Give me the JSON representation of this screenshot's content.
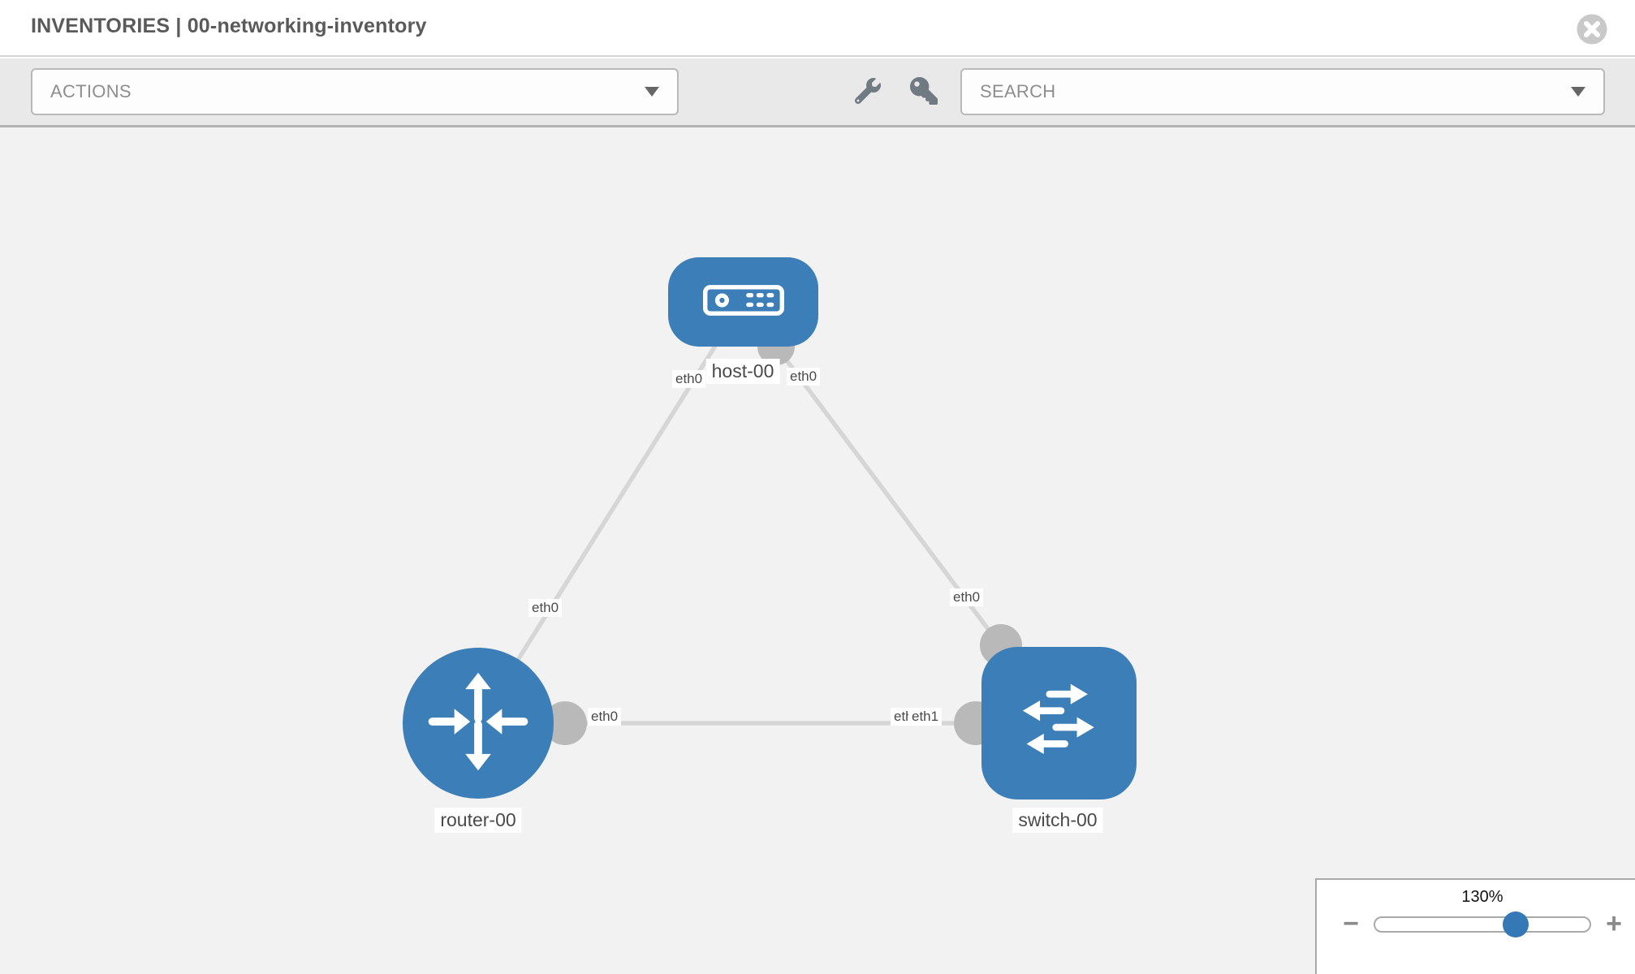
{
  "header": {
    "title": "INVENTORIES | 00-networking-inventory"
  },
  "toolbar": {
    "actions_label": "ACTIONS",
    "search_label": "SEARCH",
    "tool_icons": [
      "wrench",
      "key"
    ]
  },
  "topology": {
    "nodes": [
      {
        "id": "host-00",
        "type": "host",
        "label": "host-00"
      },
      {
        "id": "router-00",
        "type": "router",
        "label": "router-00"
      },
      {
        "id": "switch-00",
        "type": "switch",
        "label": "switch-00"
      }
    ],
    "links": [
      {
        "source": "host-00",
        "source_interface": "eth0",
        "target": "router-00",
        "target_interface": "eth0"
      },
      {
        "source": "host-00",
        "source_interface": "eth0",
        "target": "switch-00",
        "target_interface": "eth0"
      },
      {
        "source": "router-00",
        "source_interface": "eth0",
        "target": "switch-00",
        "target_interface": "eth1"
      }
    ],
    "interface_labels": [
      "eth0",
      "eth0",
      "eth0",
      "eth0",
      "eth0",
      "eth0",
      "eth1"
    ]
  },
  "zoom_control": {
    "level": "130%",
    "minus_label": "−",
    "plus_label": "+"
  },
  "colors": {
    "node_blue": "#3c7eb8",
    "link_gray": "#d6d6d6",
    "port_gray": "#b9b9b9",
    "slider_blue": "#3478b6"
  }
}
